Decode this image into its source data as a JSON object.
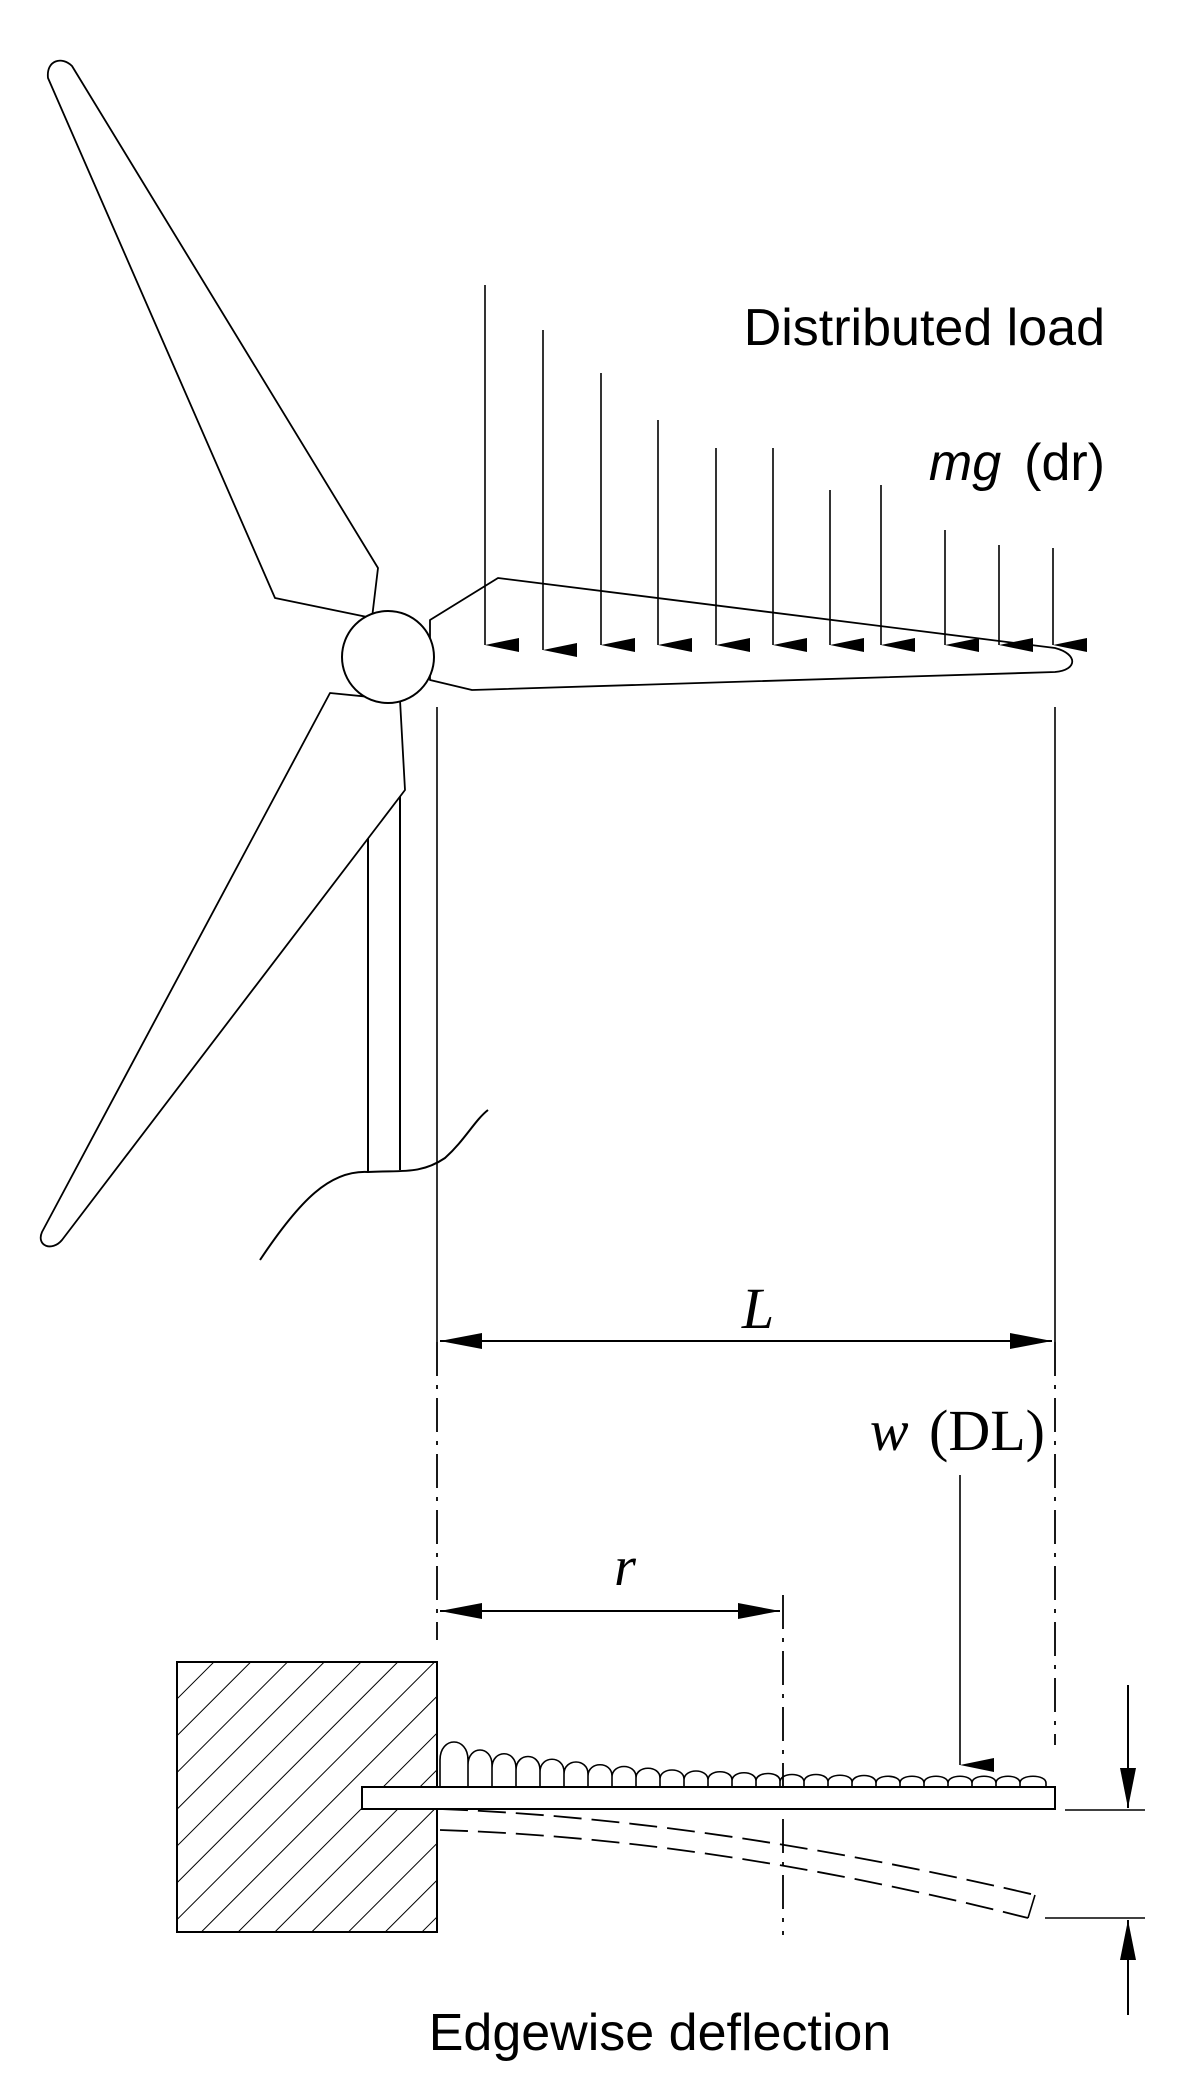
{
  "labels": {
    "distributed_load": "Distributed load",
    "mass_term": "mg",
    "mass_arg": "(dr)",
    "length": "L",
    "radius": "r",
    "deflection_func": "w",
    "deflection_arg": "(DL)",
    "edgewise": "Edgewise deflection"
  },
  "colors": {
    "line": "#000000",
    "background": "#ffffff"
  }
}
